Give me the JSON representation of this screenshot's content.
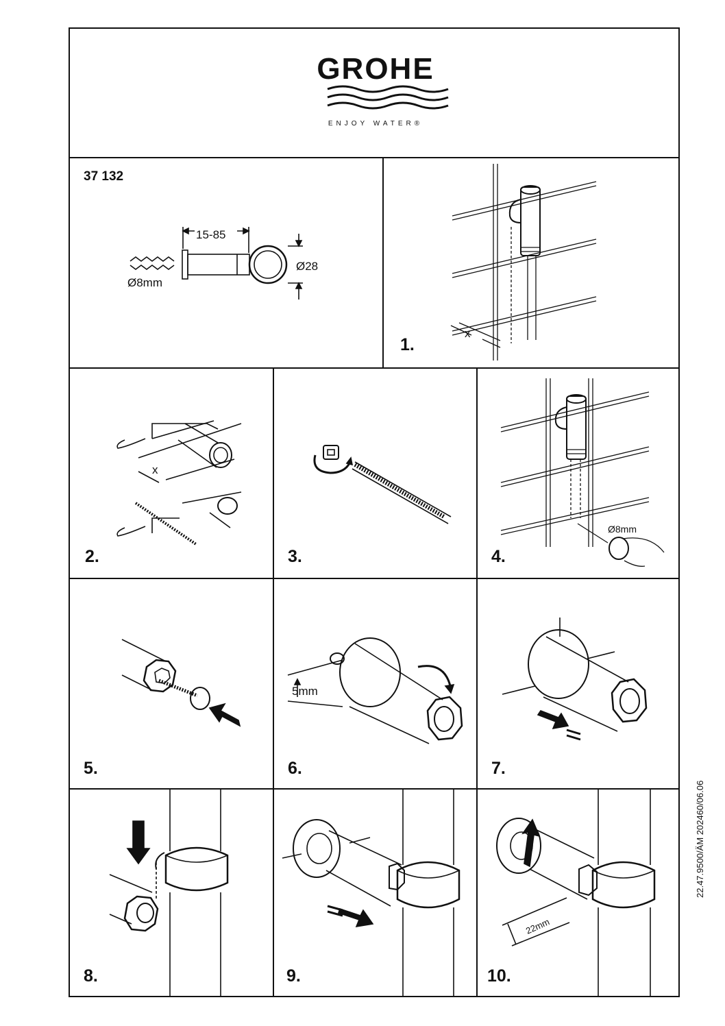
{
  "header": {
    "brand": "GROHE",
    "tagline": "ENJOY WATER®"
  },
  "product": {
    "model": "37 132"
  },
  "dimensions": {
    "length_range": "15-85",
    "diameter": "Ø28",
    "drill": "Ø8mm",
    "drill_step4": "Ø8mm",
    "cut_x": "x",
    "cut_x_step2": "x",
    "gap": "5mm",
    "clearance": "22mm"
  },
  "steps": [
    "1.",
    "2.",
    "3.",
    "4.",
    "5.",
    "6.",
    "7.",
    "8.",
    "9.",
    "10."
  ],
  "document_ref": "22.47.9500/ÄM 202460/06.06"
}
